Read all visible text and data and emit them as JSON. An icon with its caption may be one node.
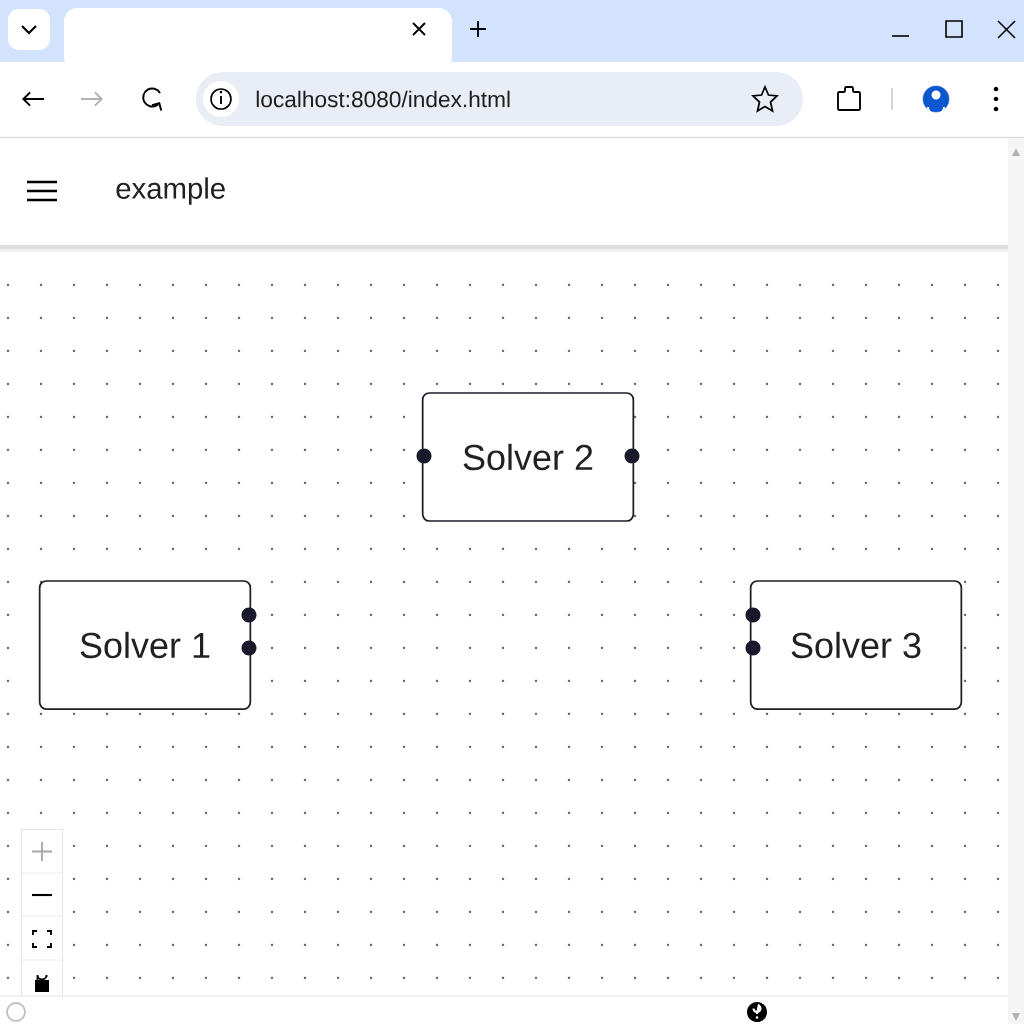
{
  "diagram": {
    "title": "example",
    "nodes": [
      {
        "text": [
          "Solver 2"
        ]
      },
      {
        "text": [
          "Solver 1"
        ]
      },
      {
        "text": [
          "Solver 3"
        ]
      }
    ],
    "labels": [
      "localhost:8080/index.html"
    ]
  }
}
